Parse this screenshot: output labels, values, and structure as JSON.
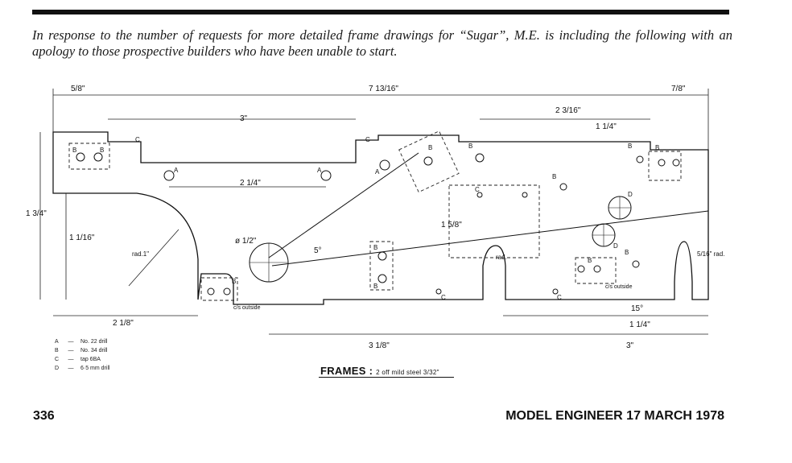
{
  "article": {
    "intro": "In response to the number of requests for more detailed frame drawings for “Sugar”, M.E. is including the following with an apology to those prospective builders who have been unable to start."
  },
  "drawing": {
    "dimensions": {
      "overall_top": "7 13/16\"",
      "left_end": "5/8\"",
      "right_end": "7/8\"",
      "slot_length": "3\"",
      "a_to_a": "2 1/4\"",
      "hole_top": "2 3/16\"",
      "hole_span": "1 1/4\"",
      "height": "1 3/4\"",
      "front_height": "1 1/16\"",
      "bottom_left": "2 1/8\"",
      "bottom_mid": "3 1/8\"",
      "bottom_right": "3\"",
      "span_right": "1 1/4\"",
      "cut_lower": "1 5/8\"",
      "rad1": "rad.1\"",
      "rad_small": "rad.",
      "rad_right": "5/16\" rad.",
      "dia": "ø 1/2\"",
      "angle1": "5°",
      "angle2": "15°",
      "csk1": "c/s outside",
      "csk2": "c/s outside"
    },
    "hole_labels": [
      "A",
      "B",
      "C",
      "D"
    ],
    "legend": [
      {
        "key": "A",
        "desc": "No. 22 drill"
      },
      {
        "key": "B",
        "desc": "No. 34 drill"
      },
      {
        "key": "C",
        "desc": "tap 6BA"
      },
      {
        "key": "D",
        "desc": "6·5 mm drill"
      }
    ],
    "caption_main": "FRAMES :",
    "caption_sub": "2 off mild steel 3/32\""
  },
  "footer": {
    "page_number": "336",
    "magazine_issue": "MODEL ENGINEER 17 MARCH 1978"
  }
}
